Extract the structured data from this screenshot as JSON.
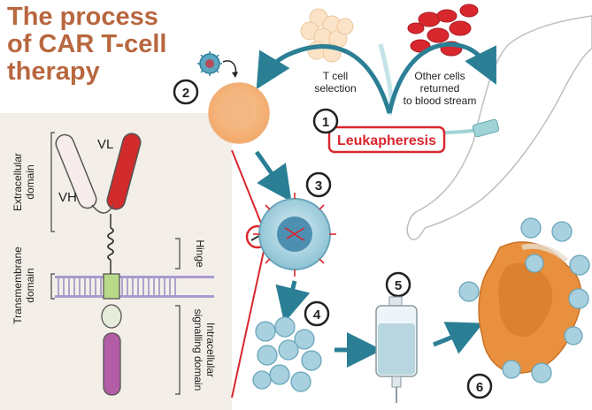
{
  "title": {
    "line1": "The process",
    "line2": "of CAR T-cell",
    "line3": "therapy"
  },
  "steps": {
    "s1": "1",
    "s2": "2",
    "s3": "3",
    "s4": "4",
    "s5": "5",
    "s6": "6"
  },
  "labels": {
    "t_cell_selection_1": "T cell",
    "t_cell_selection_2": "selection",
    "other_cells_1": "Other cells",
    "other_cells_2": "returned",
    "other_cells_3": "to blood stream",
    "leukapheresis": "Leukapheresis"
  },
  "car_diagram": {
    "vl": "VL",
    "vh": "VH",
    "extracellular_1": "Extracellular",
    "extracellular_2": "domain",
    "hinge": "Hinge",
    "transmembrane_1": "Transmembrane",
    "transmembrane_2": "domain",
    "intracellular_1": "Intracellular",
    "intracellular_2": "signalling domain"
  },
  "colors": {
    "title": "#b8673f",
    "accent_red": "#d9272e",
    "arrow_teal": "#2a7f95",
    "car_panel_bg": "#f3efe8",
    "vl_red": "#d12b2b",
    "vh_pink": "#f7ecec",
    "signal_purple": "#b35da6",
    "tm_green": "#b9d98a",
    "membrane": "#a99ad0"
  }
}
